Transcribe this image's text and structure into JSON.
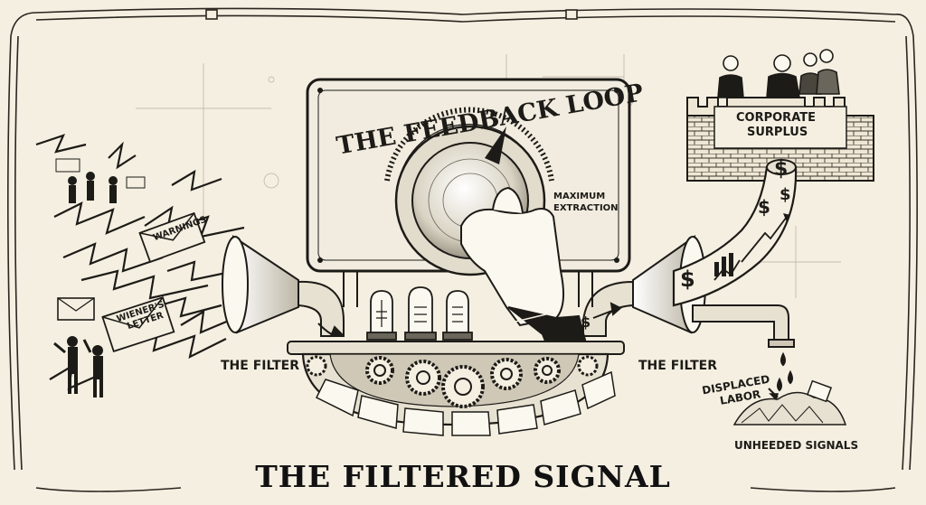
{
  "title": "THE FILTERED SIGNAL",
  "machine": {
    "dial_title": "THE FEEDBACK LOOP",
    "dial_max_label": [
      "MAXIMUM",
      "EXTRACTION"
    ]
  },
  "left_filter_label": "THE FILTER",
  "right_filter_label": "THE FILTER",
  "signals": {
    "warnings_envelope": "WARNINGS",
    "letter_envelope": [
      "WIENER'S",
      "LETTER"
    ]
  },
  "corporate": {
    "castle_label": [
      "CORPORATE",
      "SURPLUS"
    ],
    "currency_symbol": "$"
  },
  "outflow": {
    "displaced_label": [
      "DISPLACED",
      "LABOR"
    ],
    "unheeded_label": "UNHEEDED SIGNALS"
  }
}
